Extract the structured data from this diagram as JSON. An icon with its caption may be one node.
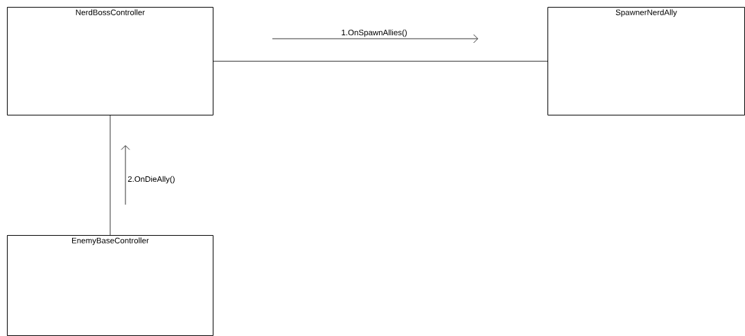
{
  "diagram": {
    "nodes": [
      {
        "text": [
          "NerdBossController"
        ]
      },
      {
        "text": [
          "SpawnerNerdAlly"
        ]
      },
      {
        "text": [
          "EnemyBaseController"
        ]
      }
    ],
    "edges": [
      {
        "from": 0,
        "to": 1,
        "arrow": "none",
        "label": "1.OnSpawnAllies()"
      },
      {
        "from": 2,
        "to": 0,
        "arrow": "none",
        "label": "2.OnDieAlly()"
      }
    ]
  }
}
